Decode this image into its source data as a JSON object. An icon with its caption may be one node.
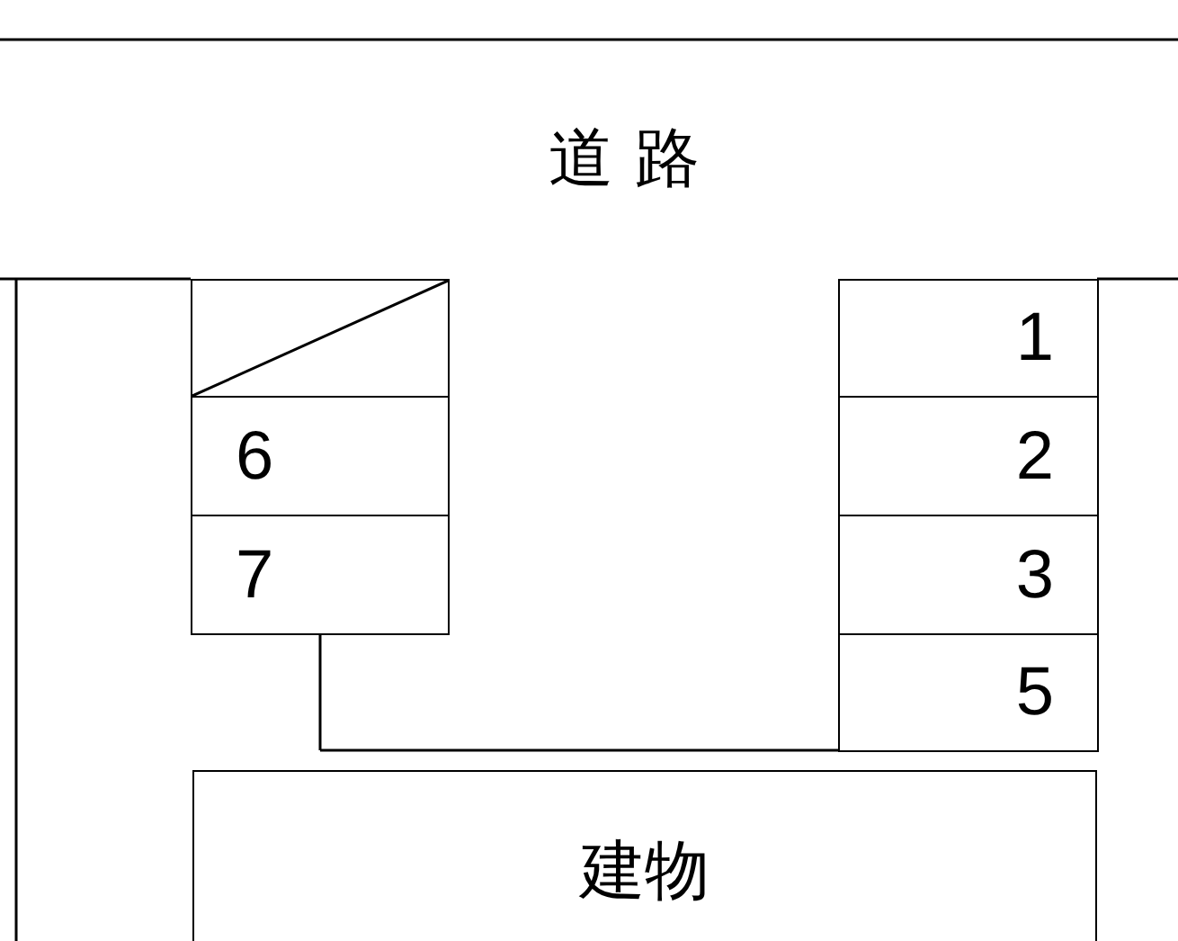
{
  "diagram": {
    "nodes": [
      {
        "text": [],
        "shape": "box"
      },
      {
        "text": [
          "1"
        ]
      },
      {
        "text": [
          "6"
        ]
      },
      {
        "text": [
          "2"
        ]
      },
      {
        "text": [
          "7"
        ]
      },
      {
        "text": [
          "3"
        ]
      },
      {
        "text": [
          "5"
        ]
      },
      {
        "text": [
          "建物"
        ]
      }
    ],
    "edges": [],
    "labels": [
      "道路"
    ]
  }
}
